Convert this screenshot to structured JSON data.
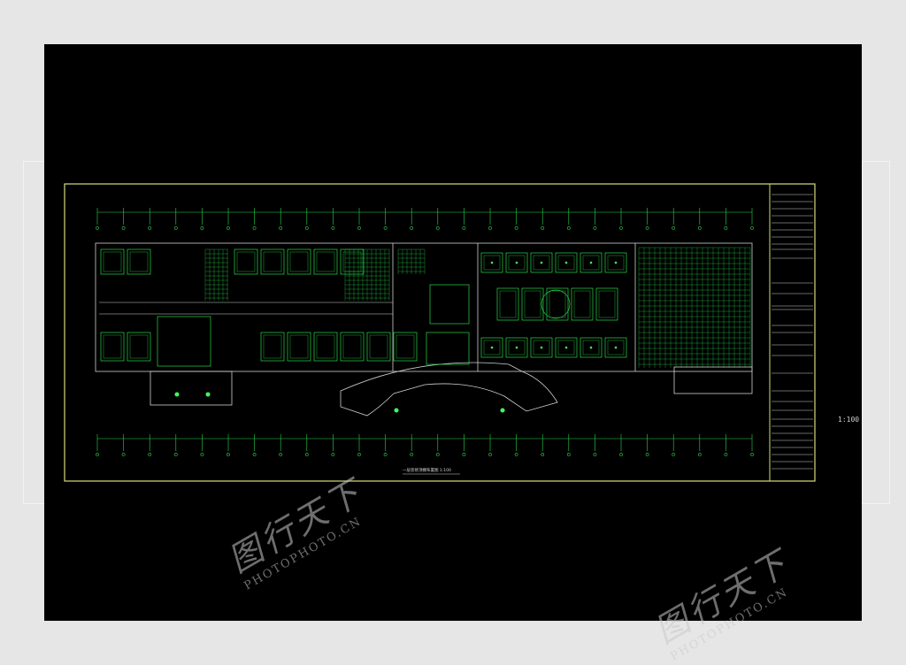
{
  "drawing": {
    "title": "一层装修顶棚布置图 1:100",
    "scale_label": "1:100"
  },
  "watermark": {
    "brand_cn": "图行天下",
    "url": "PHOTOPHOTO.CN"
  },
  "colors": {
    "background": "#000000",
    "frame": "#d8dc7a",
    "green": "#27d64a",
    "green_bright": "#3cff5a",
    "white_line": "#d0d0d0",
    "outer": "#e6e6e6"
  }
}
